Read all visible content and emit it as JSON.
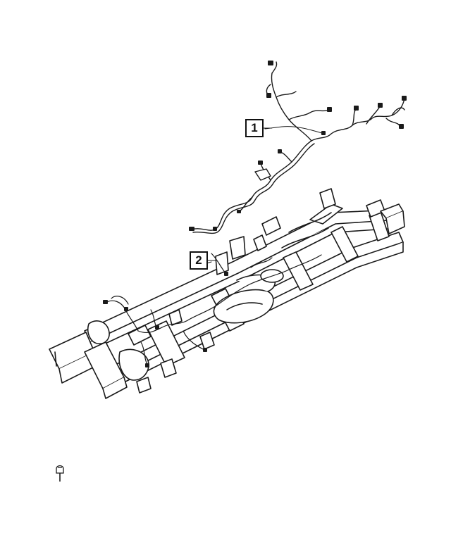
{
  "callouts": [
    {
      "label": "1",
      "part": "harness"
    },
    {
      "label": "2",
      "part": "frame"
    }
  ],
  "colors": {
    "ink": "#1a1a1a",
    "background": "#ffffff"
  }
}
